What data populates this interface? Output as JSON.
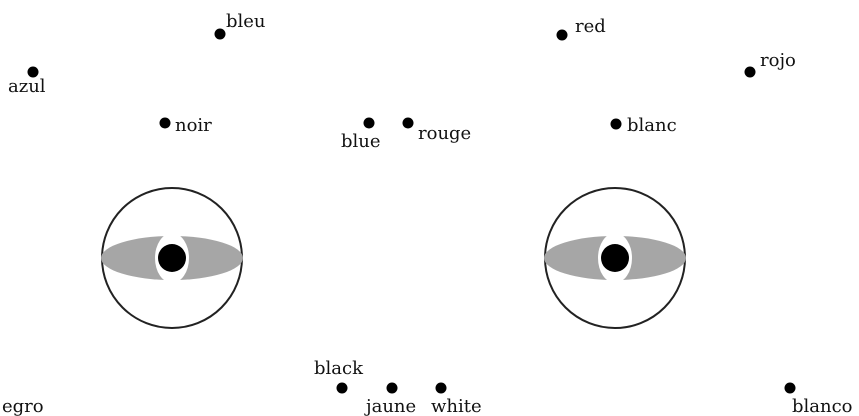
{
  "colors": {
    "background": "#ffffff",
    "dot": "#000000",
    "eye_outline": "#222222",
    "iris_band": "#a6a6a6",
    "pupil": "#000000"
  },
  "words": [
    {
      "id": "bleu",
      "text": "bleu"
    },
    {
      "id": "azul",
      "text": "azul"
    },
    {
      "id": "noir",
      "text": "noir"
    },
    {
      "id": "blue",
      "text": "blue"
    },
    {
      "id": "rouge",
      "text": "rouge"
    },
    {
      "id": "red",
      "text": "red"
    },
    {
      "id": "rojo",
      "text": "rojo"
    },
    {
      "id": "blanc",
      "text": "blanc"
    },
    {
      "id": "negro",
      "text": "egro"
    },
    {
      "id": "black",
      "text": "black"
    },
    {
      "id": "jaune",
      "text": "jaune"
    },
    {
      "id": "white",
      "text": "white"
    },
    {
      "id": "blanco",
      "text": "blanco"
    }
  ],
  "eyes": [
    {
      "id": "left",
      "icon": "eye-icon"
    },
    {
      "id": "right",
      "icon": "eye-icon"
    }
  ]
}
